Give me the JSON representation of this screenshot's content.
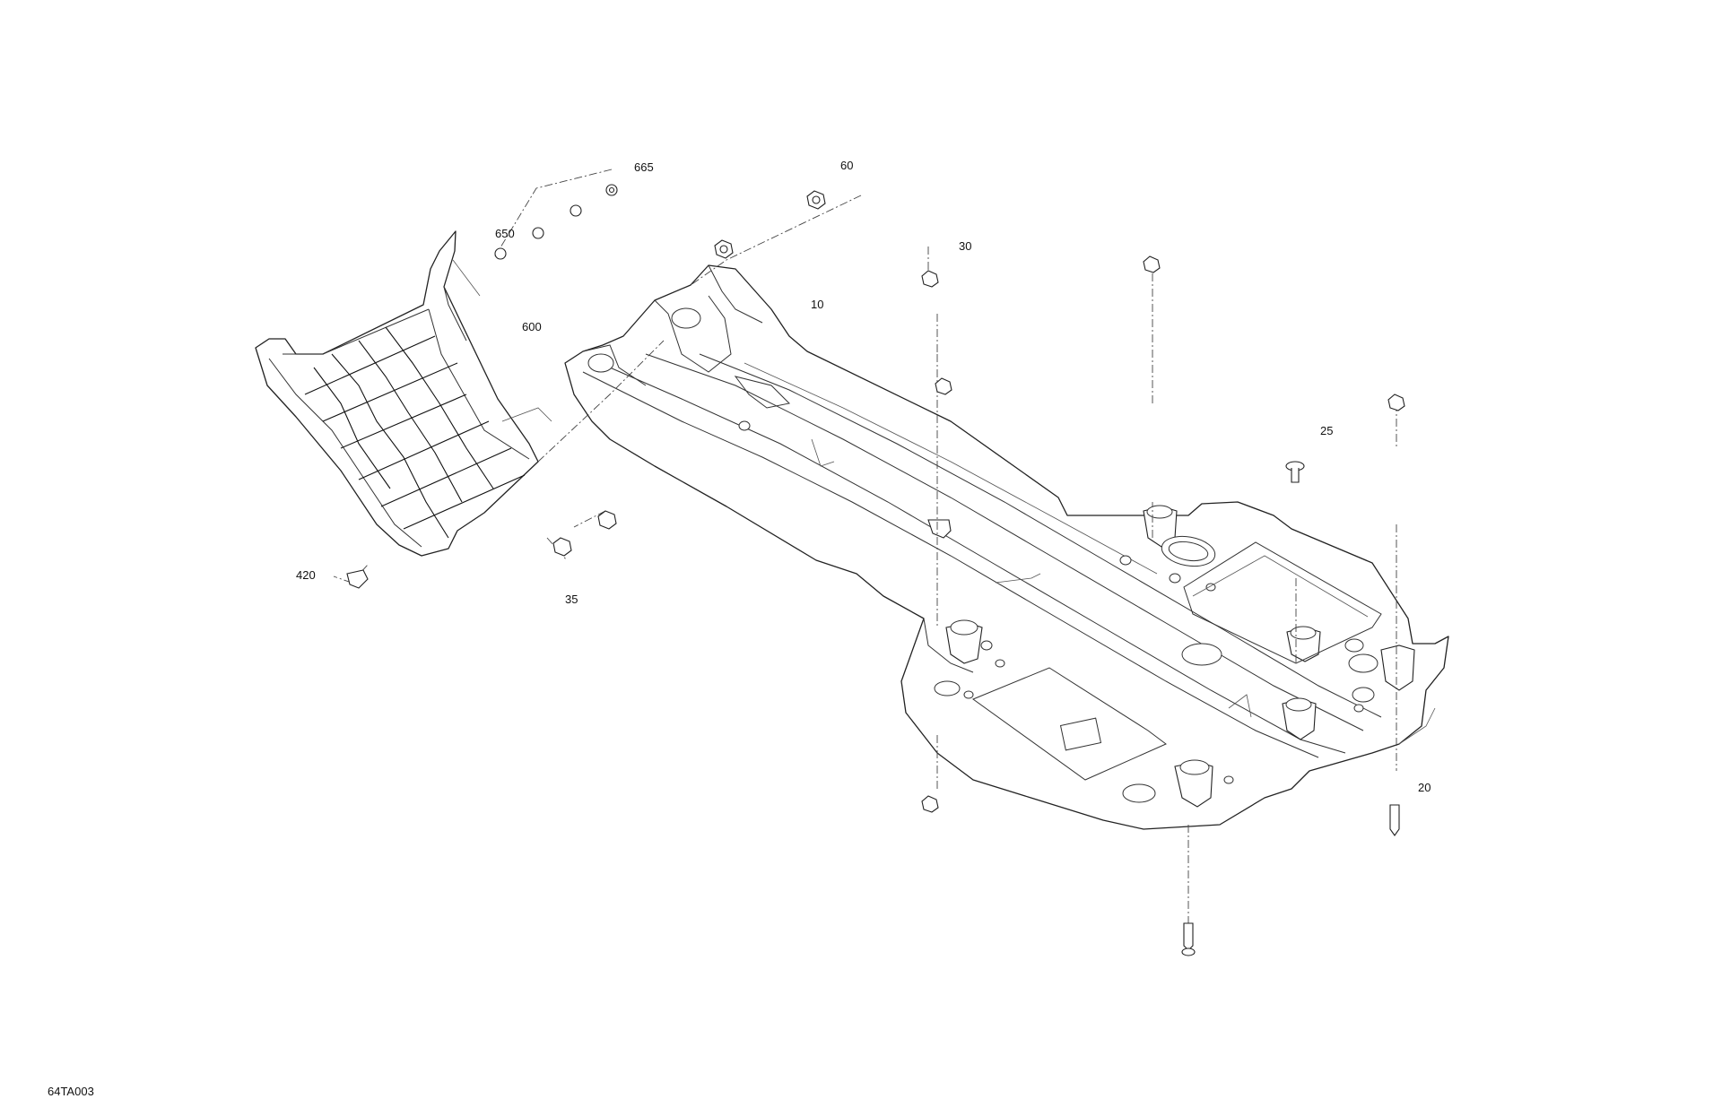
{
  "diagram": {
    "figure_id": "64TA003",
    "callouts": [
      "665",
      "60",
      "650",
      "30",
      "10",
      "600",
      "25",
      "420",
      "35",
      "20"
    ]
  }
}
